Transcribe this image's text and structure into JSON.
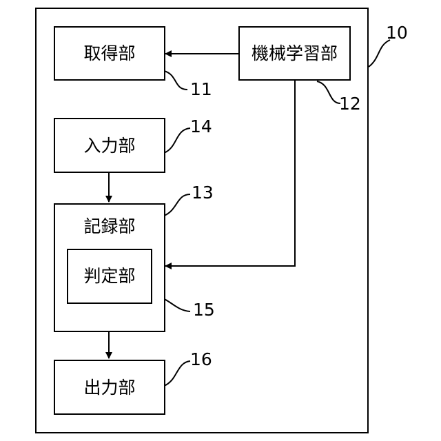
{
  "system": {
    "ref": "10"
  },
  "blocks": {
    "acquisition": {
      "label": "取得部",
      "ref": "11"
    },
    "machine_learning": {
      "label": "機械学習部",
      "ref": "12"
    },
    "recording": {
      "label": "記録部",
      "ref": "13"
    },
    "input": {
      "label": "入力部",
      "ref": "14"
    },
    "determination": {
      "label": "判定部",
      "ref": "15"
    },
    "output": {
      "label": "出力部",
      "ref": "16"
    }
  }
}
